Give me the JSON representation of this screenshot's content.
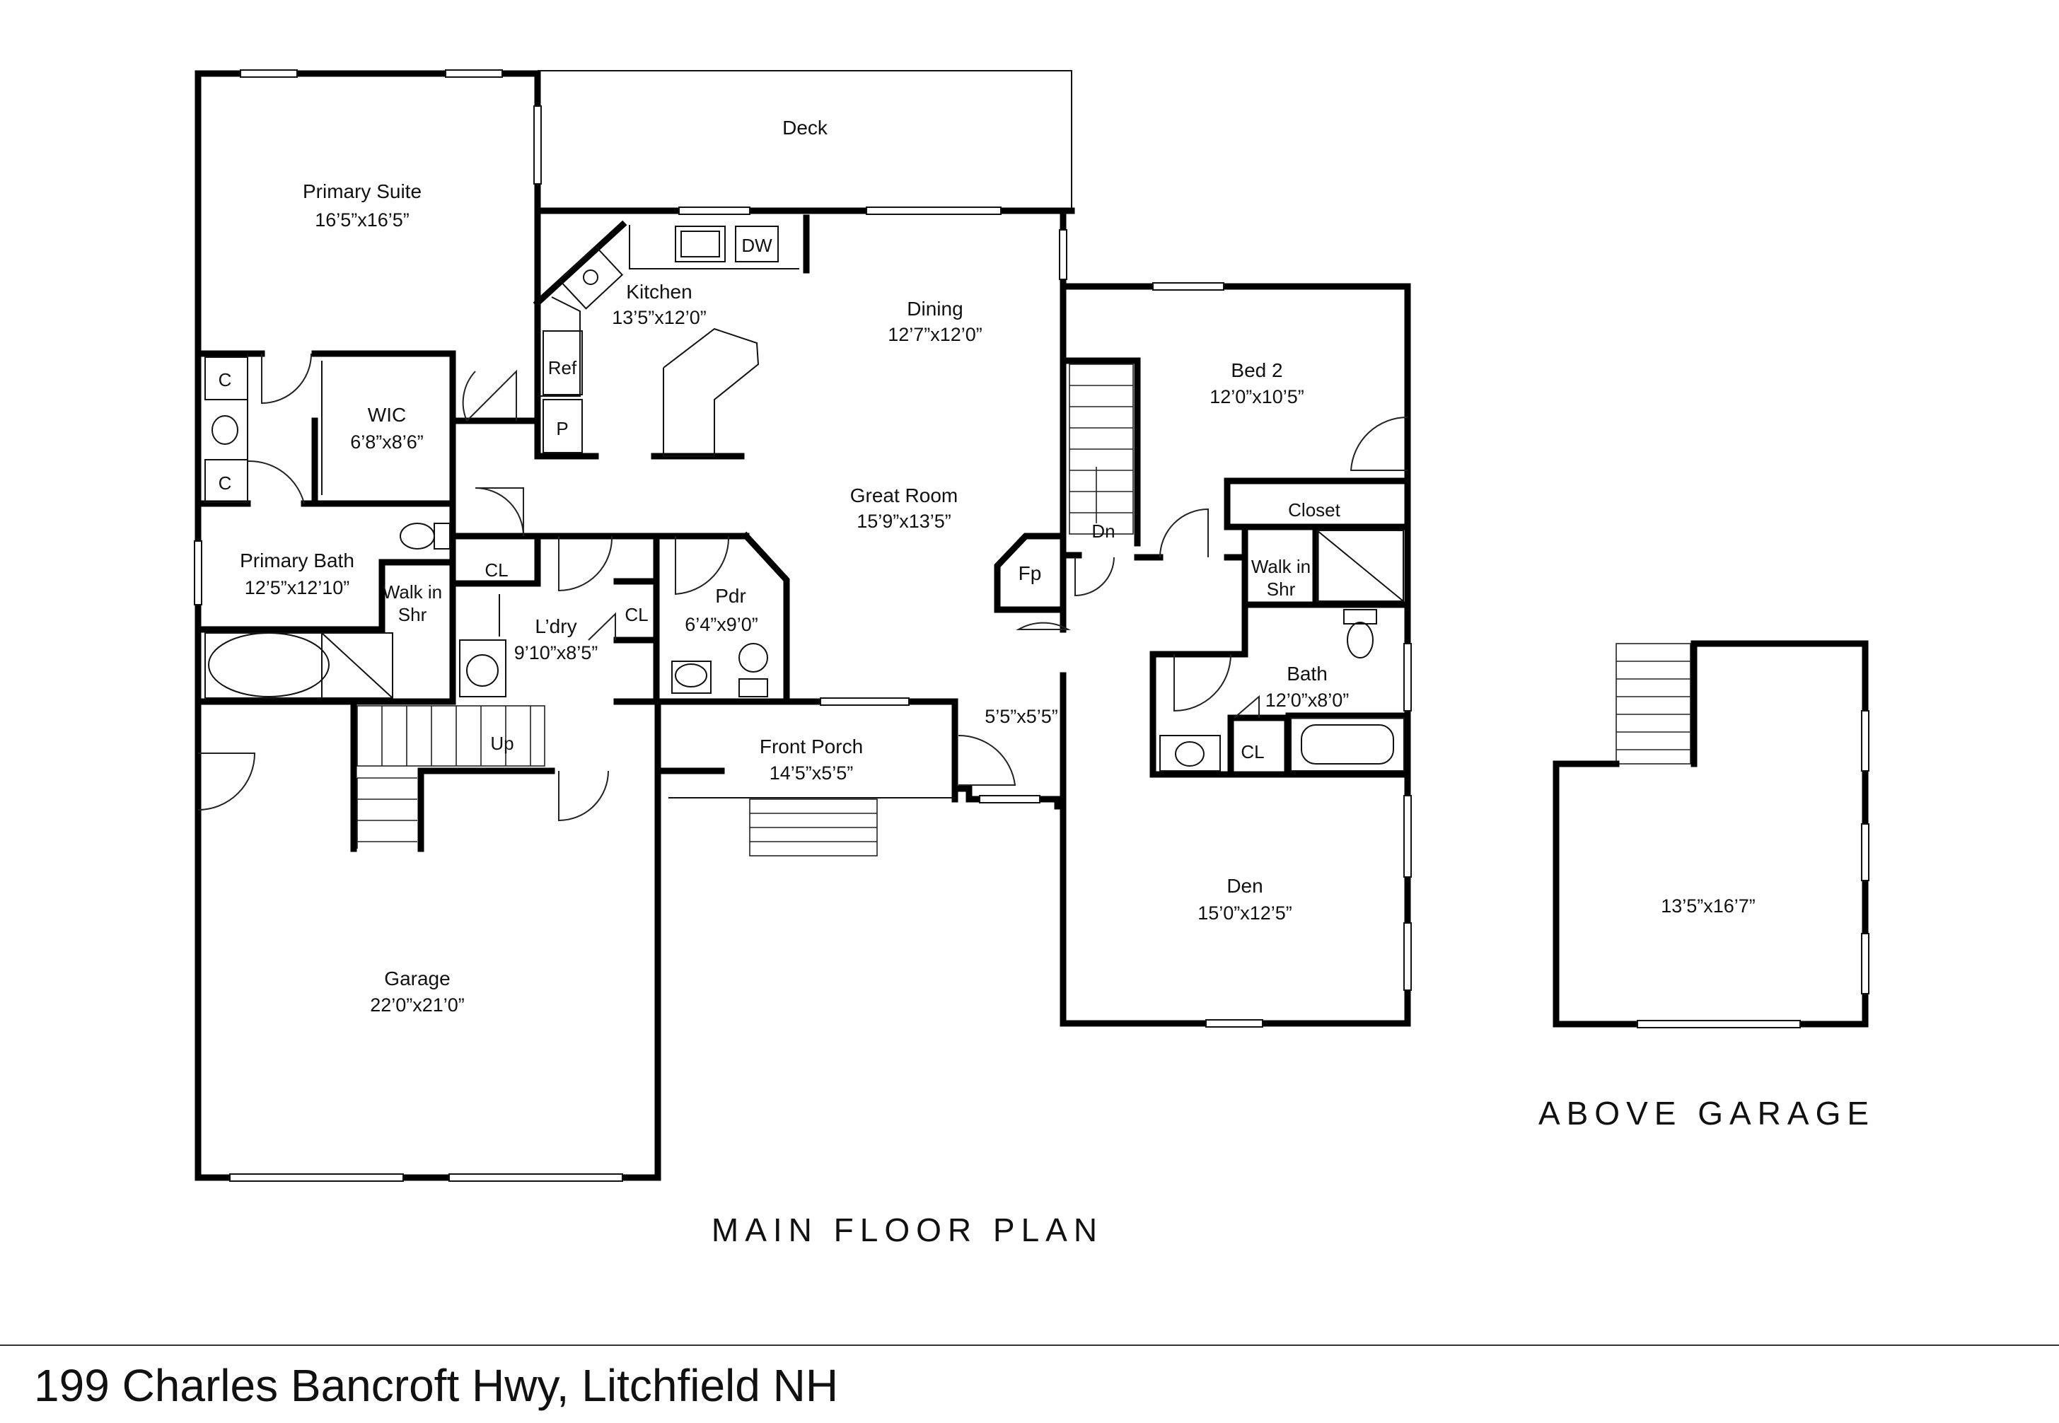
{
  "address": "199 Charles Bancroft Hwy, Litchfield NH",
  "captions": {
    "main": "MAIN FLOOR PLAN",
    "above": "ABOVE GARAGE"
  },
  "rooms": {
    "deck": {
      "name": "Deck"
    },
    "primary_suite": {
      "name": "Primary Suite",
      "dim": "16’5”x16’5”"
    },
    "kitchen": {
      "name": "Kitchen",
      "dim": "13’5”x12’0”"
    },
    "dining": {
      "name": "Dining",
      "dim": "12’7”x12’0”"
    },
    "bed2": {
      "name": "Bed 2",
      "dim": "12’0”x10’5”"
    },
    "wic": {
      "name": "WIC",
      "dim": "6’8”x8’6”"
    },
    "great_room": {
      "name": "Great Room",
      "dim": "15’9”x13’5”"
    },
    "primary_bath": {
      "name": "Primary Bath",
      "dim": "12’5”x12’10”"
    },
    "walk_in_shr_1": {
      "line1": "Walk in",
      "line2": "Shr"
    },
    "laundry": {
      "name": "L’dry",
      "dim": "9’10”x8’5”"
    },
    "pdr": {
      "name": "Pdr",
      "dim": "6’4”x9’0”"
    },
    "walk_in_shr_2": {
      "line1": "Walk in",
      "line2": "Shr"
    },
    "bath": {
      "name": "Bath",
      "dim": "12’0”x8’0”"
    },
    "front_porch": {
      "name": "Front Porch",
      "dim": "14’5”x5’5”"
    },
    "entry": {
      "dim": "5’5”x5’5”"
    },
    "garage": {
      "name": "Garage",
      "dim": "22’0”x21’0”"
    },
    "den": {
      "name": "Den",
      "dim": "15’0”x12’5”"
    },
    "above_garage": {
      "dim": "13’5”x16’7”"
    }
  },
  "labels": {
    "dw": "DW",
    "ref": "Ref",
    "pantry": "P",
    "closet_c_top": "C",
    "closet_c_bottom": "C",
    "cl_bath": "CL",
    "cl_laundry": "CL",
    "cl_bath2": "CL",
    "closet": "Closet",
    "fireplace": "Fp",
    "stairs_down": "Dn",
    "stairs_up": "Up"
  }
}
